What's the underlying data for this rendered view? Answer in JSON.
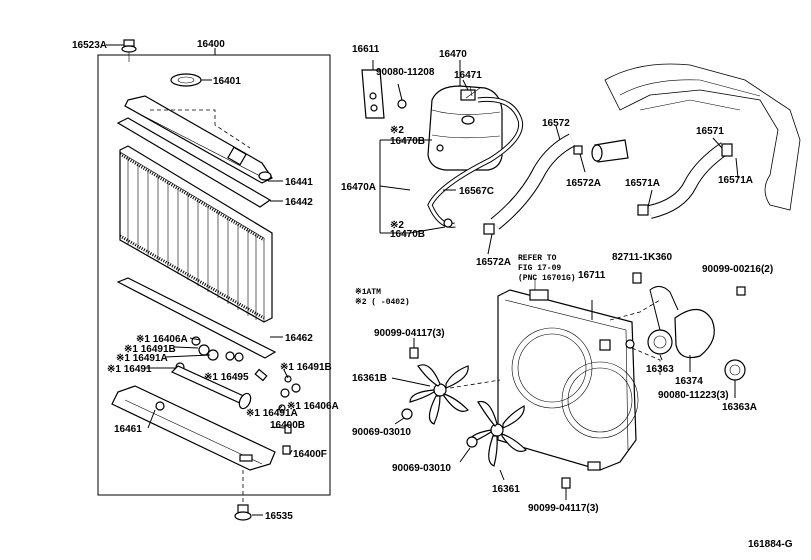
{
  "diagram_id": "161884-G",
  "notes": {
    "atm": "※1ATM",
    "range": "※2 (    -0402)",
    "refer_line1": "REFER TO",
    "refer_line2": "FIG 17-09",
    "refer_line3": "(PNC 16701G)"
  },
  "labels": {
    "p16523A": "16523A",
    "p16400": "16400",
    "p16401": "16401",
    "p16441": "16441",
    "p16442": "16442",
    "p16462": "16462",
    "p116406A_top": "※1 16406A",
    "p116491B_top": "※1 16491B",
    "p116491A_top": "※1 16491A",
    "p116491": "※1 16491",
    "p16495": "※1 16495",
    "p116491B_right": "※1 16491B",
    "p116406A_right": "※1 16406A",
    "p116491A_right": "※1 16491A",
    "p16400B": "16400B",
    "p16400F": "16400F",
    "p16461": "16461",
    "p16535": "16535",
    "p16611": "16611",
    "p90080_11208": "90080-11208",
    "p16470": "16470",
    "p16471": "16471",
    "p2_top": "※2",
    "p16470B_top": "16470B",
    "p16470A": "16470A",
    "p16567C": "16567C",
    "p2_bottom": "※2",
    "p16470B_bottom": "16470B",
    "p16572": "16572",
    "p16572A_right": "16572A",
    "p16572A_bottom": "16572A",
    "p16571": "16571",
    "p16571A_left": "16571A",
    "p16571A_right": "16571A",
    "p82711_1K360": "82711-1K360",
    "p90099_00216": "90099-00216(2)",
    "p16711": "16711",
    "p90099_04117_top": "90099-04117(3)",
    "p16361B": "16361B",
    "p16363": "16363",
    "p16374": "16374",
    "p90080_11223": "90080-11223(3)",
    "p16363A": "16363A",
    "p90069_03010_left": "90069-03010",
    "p90069_03010_mid": "90069-03010",
    "p16361": "16361",
    "p90099_04117_bottom": "90099-04117(3)"
  }
}
